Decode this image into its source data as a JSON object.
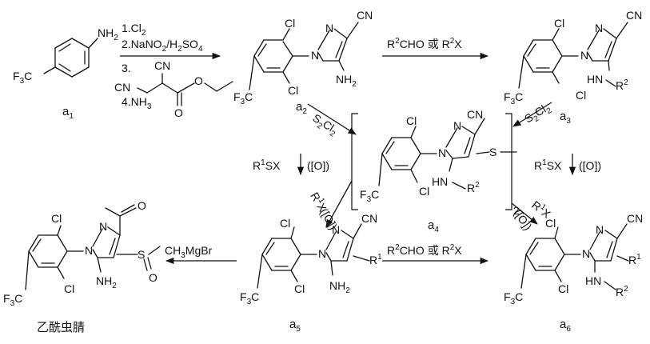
{
  "compounds": {
    "a1": {
      "label": "a",
      "sub": "1",
      "nh2": "NH",
      "nh2_sub": "2",
      "cf3": "F",
      "cf3_sub": "3",
      "cf3_tail": "C"
    },
    "a2": {
      "label": "a",
      "sub": "2"
    },
    "a3": {
      "label": "a",
      "sub": "3"
    },
    "a4": {
      "label": "a",
      "sub": "4"
    },
    "a5": {
      "label": "a",
      "sub": "5"
    },
    "a6": {
      "label": "a",
      "sub": "6"
    },
    "product": {
      "name": "乙酰虫腈"
    }
  },
  "atoms": {
    "cn": "CN",
    "cl": "Cl",
    "n": "N",
    "f3c": "F",
    "f3c_sub": "3",
    "f3c_tail": "C",
    "nh2": "NH",
    "nh2_sub": "2",
    "hn": "HN",
    "r2_a": "R",
    "r2_sup": "2",
    "r1_a": "R",
    "r1_sup": "1",
    "s": "S",
    "o": "O"
  },
  "reagents": {
    "step1_line1": "1.Cl",
    "step1_line1_sub": "2",
    "step1_line2_a": "2.NaNO",
    "step1_line2_sub1": "2",
    "step1_line2_b": "/H",
    "step1_line2_sub2": "2",
    "step1_line2_c": "SO",
    "step1_line2_sub3": "4",
    "step1_line3": "3.",
    "step1_line4_a": "4.NH",
    "step1_line4_sub": "3",
    "r2cho_a": "R",
    "r2cho_sup": "2",
    "r2cho_b": "CHO 或 R",
    "r2cho_sup2": "2",
    "r2cho_c": "X",
    "s2cl2_a": "S",
    "s2cl2_sub1": "2",
    "s2cl2_b": "Cl",
    "s2cl2_sub2": "2",
    "r1sx_a": "R",
    "r1sx_sup": "1",
    "r1sx_b": "SX",
    "r1sx_c": "([O])",
    "r1x_a": "R",
    "r1x_sup": "1",
    "r1x_b": "X",
    "o_ox": "([O])",
    "ch3mgbr_a": "CH",
    "ch3mgbr_sub": "3",
    "ch3mgbr_b": "MgBr",
    "bracket_sub": "2"
  }
}
